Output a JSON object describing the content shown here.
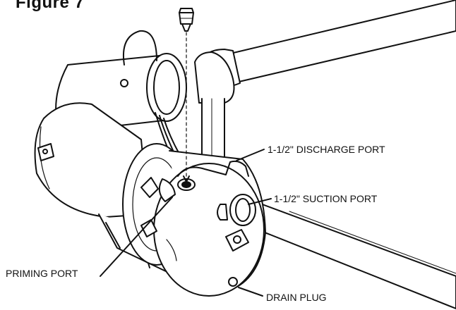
{
  "figure": {
    "title": "Figure 7"
  },
  "callouts": {
    "discharge_port": "1-1/2\" DISCHARGE PORT",
    "suction_port": "1-1/2\" SUCTION PORT",
    "priming_port": "PRIMING PORT",
    "drain_plug": "DRAIN PLUG"
  },
  "colors": {
    "line": "#111111",
    "fill": "#ffffff"
  }
}
